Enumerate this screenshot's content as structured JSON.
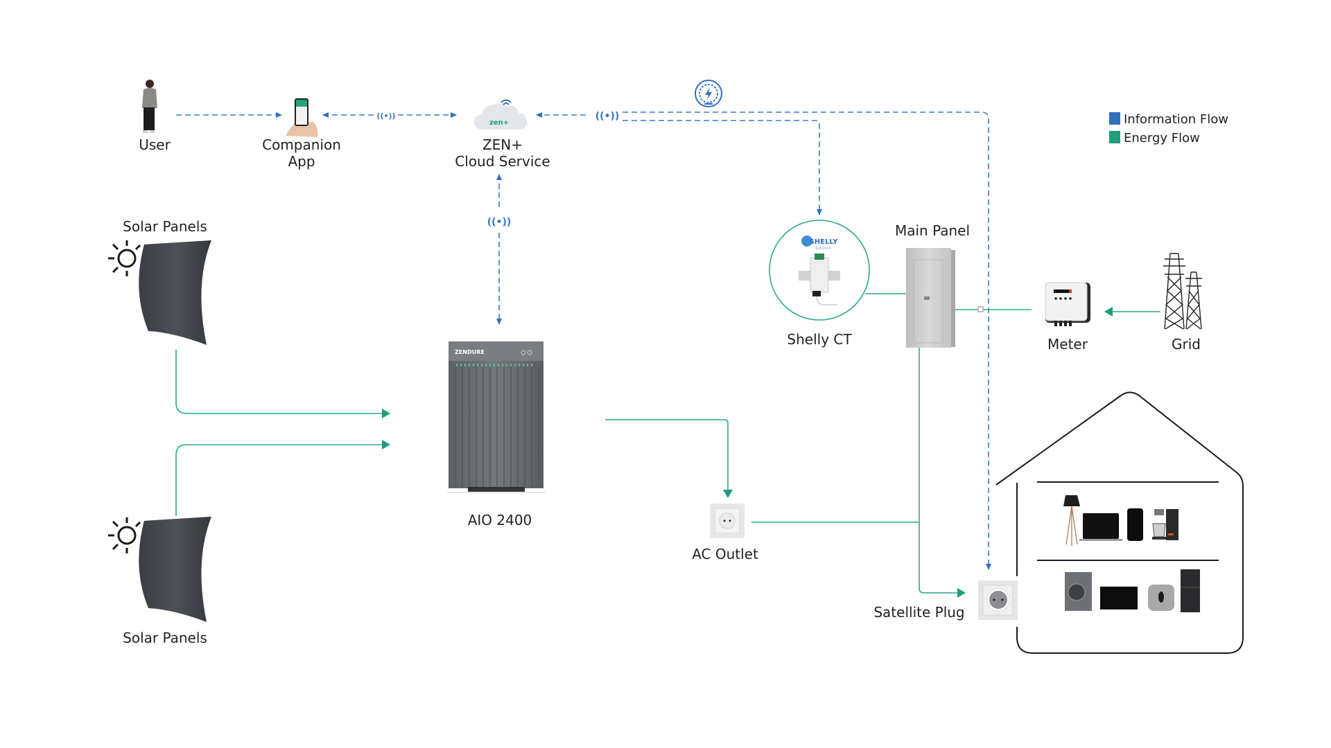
{
  "colors": {
    "information_flow": "#2f6fc0",
    "energy_flow": "#1e9e7a",
    "text": "#222222",
    "house_outline": "#1a1a1a"
  },
  "legend": {
    "items": [
      {
        "label": "Information Flow",
        "color": "#2f6fc0"
      },
      {
        "label": "Energy Flow",
        "color": "#1e9e7a"
      }
    ]
  },
  "nodes": {
    "user": {
      "label": "User",
      "icon": "person-icon"
    },
    "companion_app": {
      "label_line1": "Companion",
      "label_line2": "App",
      "icon": "smartphone-icon"
    },
    "cloud": {
      "label_line1": "ZEN+",
      "label_line2": "Cloud Service",
      "badge": "zen+",
      "icon": "cloud-icon"
    },
    "solar_top": {
      "label": "Solar Panels",
      "icon": "solar-panel-icon"
    },
    "solar_bottom": {
      "label": "Solar Panels",
      "icon": "solar-panel-icon"
    },
    "aio": {
      "label": "AIO 2400",
      "brand": "ZENDURE",
      "icon": "battery-inverter-icon"
    },
    "ac_outlet": {
      "label": "AC Outlet",
      "icon": "power-outlet-icon"
    },
    "shelly": {
      "label": "Shelly CT",
      "brand": "SHELLY",
      "brand_sub": "GROUP",
      "icon": "energy-meter-clamp-icon"
    },
    "main_panel": {
      "label": "Main Panel",
      "icon": "breaker-panel-icon"
    },
    "meter": {
      "label": "Meter",
      "icon": "electricity-meter-icon"
    },
    "grid": {
      "label": "Grid",
      "icon": "power-tower-icon"
    },
    "satellite_plug": {
      "label": "Satellite Plug",
      "icon": "smart-plug-icon"
    },
    "gauge": {
      "icon": "energy-gauge-icon"
    }
  },
  "wireless_glyph": "((•))",
  "house": {
    "shelf_top": [
      "floor-lamp-icon",
      "laptop-icon",
      "smartphone-icon",
      "coffee-maker-icon"
    ],
    "shelf_bottom": [
      "washing-machine-icon",
      "tv-icon",
      "rice-cooker-icon",
      "refrigerator-icon"
    ]
  }
}
